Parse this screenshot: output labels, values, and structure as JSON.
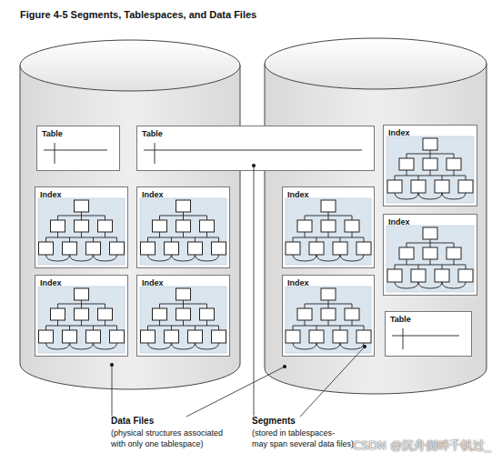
{
  "diagram": {
    "title": "Figure 4-5    Segments, Tablespaces, and Data Files",
    "nodes": [
      {
        "text": [
          "Table"
        ]
      },
      {
        "text": [
          "Table"
        ]
      },
      {
        "text": [
          "Index"
        ]
      },
      {
        "text": [
          "Index"
        ]
      },
      {
        "text": [
          "Index"
        ]
      },
      {
        "text": [
          "Index"
        ]
      },
      {
        "text": [
          "Index"
        ]
      },
      {
        "text": [
          "Index"
        ]
      },
      {
        "text": [
          "Index"
        ]
      },
      {
        "text": [
          "Index"
        ]
      },
      {
        "text": [
          "Table"
        ]
      }
    ],
    "labels": [
      "Data Files",
      "(physical structures associated with only one tablespace)",
      "Segments",
      "(stored in tablespaces- may span several data files)",
      "CSDN @沉舟侧畔千帆过_"
    ]
  }
}
